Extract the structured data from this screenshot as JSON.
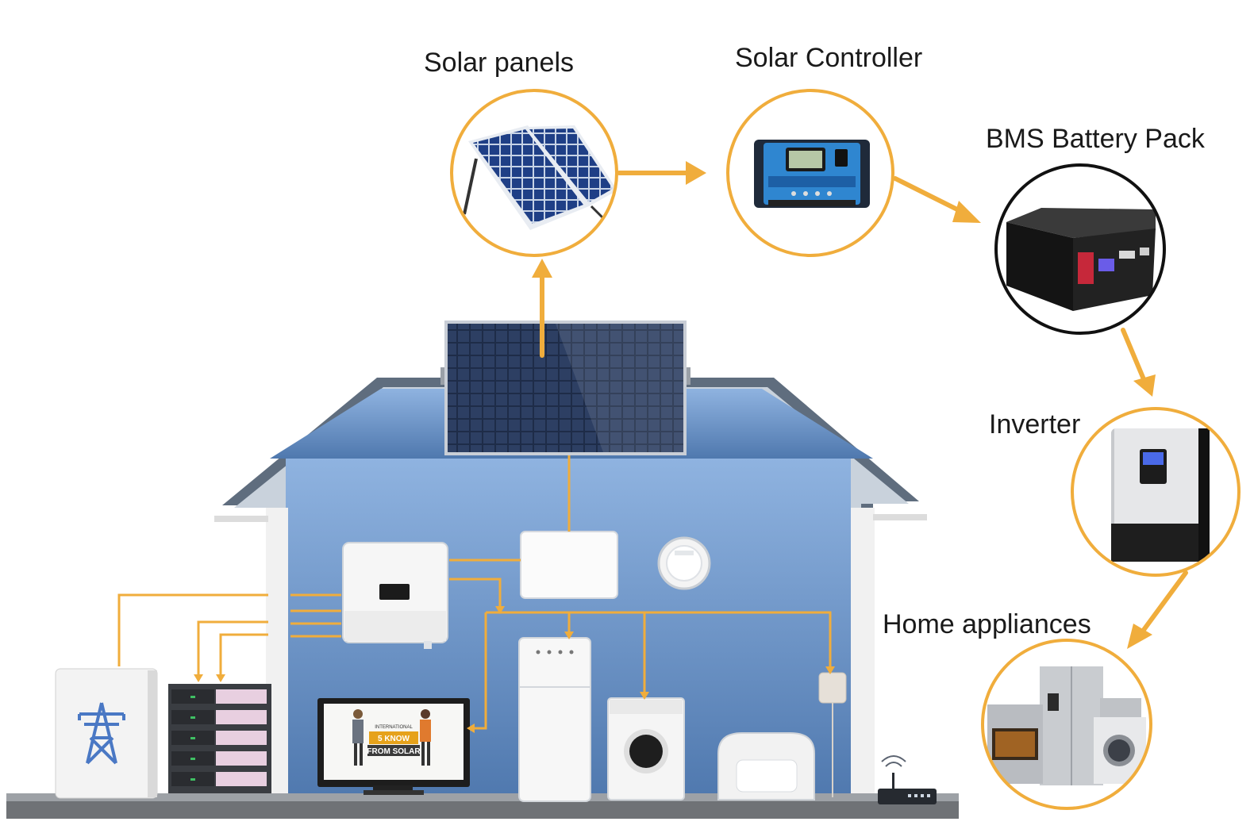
{
  "labels": {
    "solar_panels": "Solar panels",
    "solar_controller": "Solar Controller",
    "bms_battery_pack": "BMS Battery Pack",
    "inverter": "Inverter",
    "home_appliances": "Home appliances"
  },
  "tv_screen": {
    "line1": "INTERNATIONAL",
    "line2": "5 KNOW",
    "line3": "FROM SOLAR"
  },
  "colors": {
    "accent": "#f0ad3c",
    "wall": "#6a93c8",
    "roof": "#5f6d7e",
    "battery_ring": "#111111"
  }
}
